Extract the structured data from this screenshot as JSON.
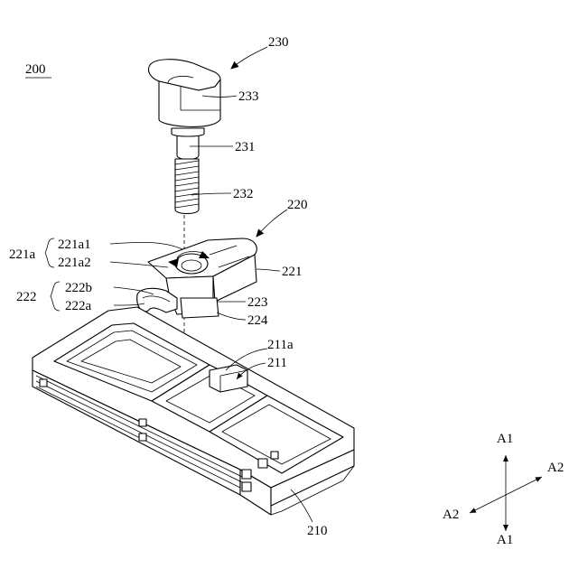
{
  "figure": {
    "assembly_ref": "200",
    "labels": {
      "l230": "230",
      "l233": "233",
      "l231": "231",
      "l232": "232",
      "l220": "220",
      "l221": "221",
      "l221a": "221a",
      "l221a1": "221a1",
      "l221a2": "221a2",
      "l222": "222",
      "l222b": "222b",
      "l222a": "222a",
      "l223": "223",
      "l224": "224",
      "l211a": "211a",
      "l211": "211",
      "l210": "210"
    },
    "axes": {
      "a1_top": "A1",
      "a1_bottom": "A1",
      "a2_right": "A2",
      "a2_left": "A2"
    }
  }
}
